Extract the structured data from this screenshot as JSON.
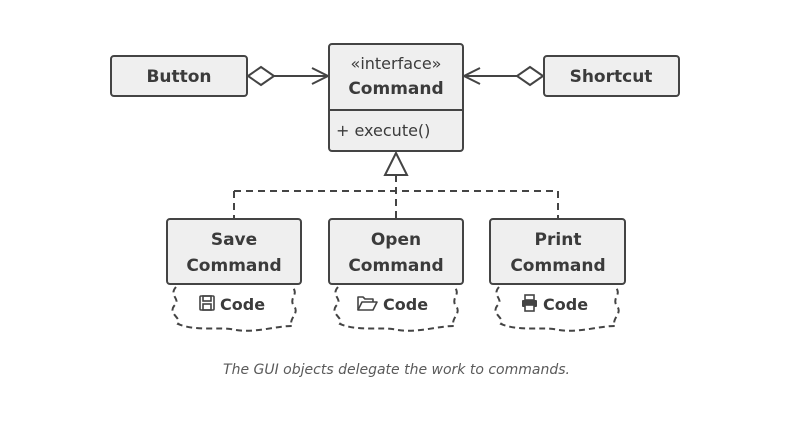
{
  "diagram": {
    "interface_stereotype": "«interface»",
    "interface_name": "Command",
    "interface_method": "+ execute()",
    "senders": {
      "button": "Button",
      "shortcut": "Shortcut"
    },
    "commands": [
      {
        "line1": "Save",
        "line2": "Command",
        "code_label": "Code",
        "icon": "floppy-disk-icon"
      },
      {
        "line1": "Open",
        "line2": "Command",
        "code_label": "Code",
        "icon": "folder-open-icon"
      },
      {
        "line1": "Print",
        "line2": "Command",
        "code_label": "Code",
        "icon": "printer-icon"
      }
    ],
    "colors": {
      "box_fill": "#efefef",
      "stroke": "#444444",
      "text": "#3b3b3b"
    }
  },
  "caption": "The GUI objects delegate the work to commands."
}
